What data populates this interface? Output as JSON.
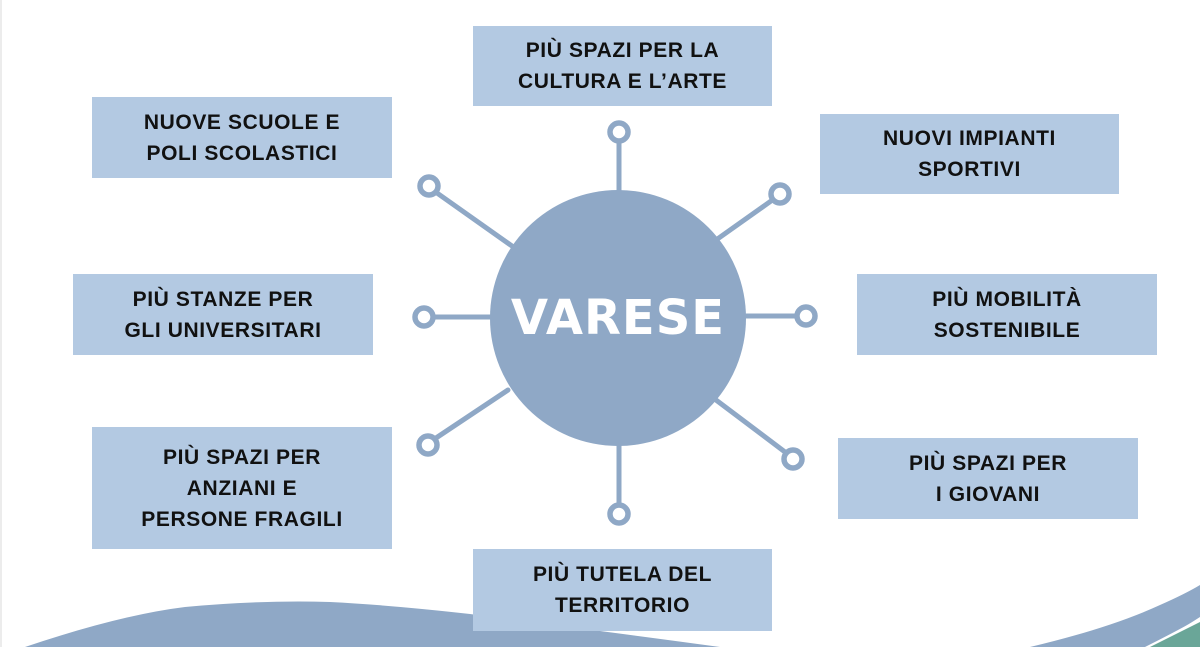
{
  "diagram": {
    "type": "mind-map",
    "center": {
      "label": "VARESE"
    },
    "nodes": [
      {
        "id": "top",
        "label": "PIÙ SPAZI PER LA\nCULTURA E L’ARTE"
      },
      {
        "id": "top-left",
        "label": "NUOVE SCUOLE E\nPOLI SCOLASTICI"
      },
      {
        "id": "top-right",
        "label": "NUOVI IMPIANTI\nSPORTIVI"
      },
      {
        "id": "left",
        "label": "PIÙ STANZE PER\nGLI UNIVERSITARI"
      },
      {
        "id": "right",
        "label": "PIÙ MOBILITÀ\nSOSTENIBILE"
      },
      {
        "id": "bottom-left",
        "label": "PIÙ SPAZI PER\nANZIANI E\nPERSONE FRAGILI"
      },
      {
        "id": "bottom-right",
        "label": "PIÙ SPAZI PER\nI GIOVANI"
      },
      {
        "id": "bottom",
        "label": "PIÙ TUTELA DEL\nTERRITORIO"
      }
    ]
  },
  "colors": {
    "box_fill": "#b3c9e2",
    "hub_fill": "#8fa8c6",
    "connector": "#8fa8c6",
    "wave_blue": "#8fa8c6",
    "wave_teal": "#6aa698",
    "text": "#111111",
    "hub_text": "#ffffff"
  }
}
